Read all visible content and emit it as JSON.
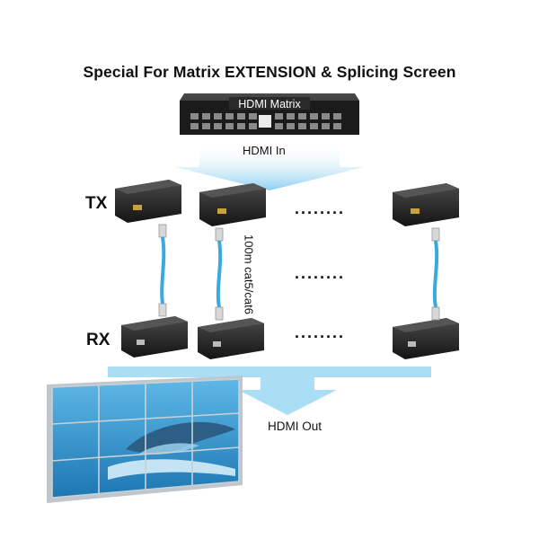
{
  "title": "Special For Matrix EXTENSION & Splicing Screen",
  "matrix": {
    "label": "HDMI Matrix"
  },
  "labels": {
    "hdmi_in": "HDMI In",
    "tx": "TX",
    "rx": "RX",
    "cable": "100m cat5/cat6",
    "hdmi_out": "HDMI Out",
    "ellipsis": "........"
  },
  "colors": {
    "arrow": "#8fd3f1",
    "cable": "#3ea8de",
    "device": "#222222",
    "video_wall_water": "#2a8fc4"
  }
}
